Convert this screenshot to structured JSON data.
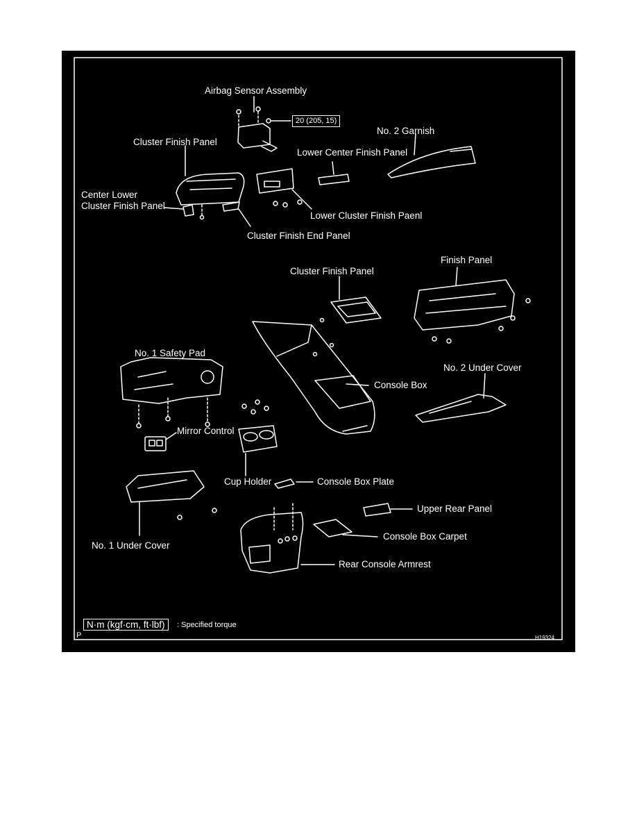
{
  "diagram": {
    "labels": {
      "airbag_sensor_assembly": "Airbag Sensor Assembly",
      "torque_value": "20 (205, 15)",
      "cluster_finish_panel_top": "Cluster Finish Panel",
      "no2_garnish": "No. 2 Garnish",
      "lower_center_finish_panel": "Lower Center Finish Panel",
      "center_lower_line1": "Center Lower",
      "center_lower_line2": "Cluster Finish Panel",
      "lower_cluster_finish_panel": "Lower Cluster Finish Paenl",
      "cluster_finish_end_panel": "Cluster Finish End Panel",
      "finish_panel": "Finish Panel",
      "cluster_finish_panel_mid": "Cluster Finish Panel",
      "no1_safety_pad": "No. 1 Safety Pad",
      "no2_under_cover": "No. 2 Under Cover",
      "console_box": "Console Box",
      "mirror_control": "Mirror Control",
      "cup_holder": "Cup Holder",
      "console_box_plate": "Console Box Plate",
      "upper_rear_panel": "Upper Rear Panel",
      "console_box_carpet": "Console Box Carpet",
      "no1_under_cover": "No. 1 Under Cover",
      "rear_console_armrest": "Rear Console Armrest"
    },
    "legend": {
      "unit_box": "N·m (kgf·cm, ft·lbf)",
      "unit_text": ": Specified torque"
    },
    "corner_left": "P",
    "figure_id": "H19324"
  }
}
